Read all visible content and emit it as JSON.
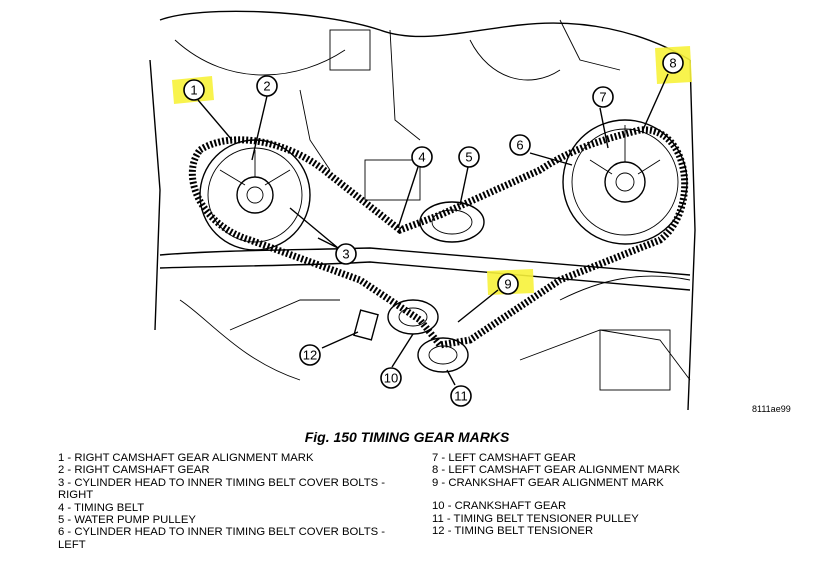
{
  "figure": {
    "reference_code": "8111ae99",
    "title": "Fig. 150 TIMING GEAR MARKS"
  },
  "callouts": [
    "1",
    "2",
    "3",
    "4",
    "5",
    "6",
    "7",
    "8",
    "9",
    "10",
    "11",
    "12"
  ],
  "legend": {
    "left": [
      "1 - RIGHT CAMSHAFT GEAR ALIGNMENT MARK",
      "2 - RIGHT CAMSHAFT GEAR",
      "3 - CYLINDER HEAD TO INNER TIMING BELT COVER BOLTS -",
      "RIGHT",
      "4 - TIMING BELT",
      "5 - WATER PUMP PULLEY",
      "6 - CYLINDER HEAD TO INNER TIMING BELT COVER BOLTS -",
      "LEFT"
    ],
    "right": [
      "7 - LEFT CAMSHAFT GEAR",
      "8 - LEFT CAMSHAFT GEAR ALIGNMENT MARK",
      "9 - CRANKSHAFT GEAR ALIGNMENT MARK",
      "",
      "10 - CRANKSHAFT GEAR",
      "11 - TIMING BELT TENSIONER PULLEY",
      "12 - TIMING BELT TENSIONER"
    ]
  },
  "colors": {
    "highlight": "#f7f23a",
    "line": "#000000",
    "background": "#ffffff"
  }
}
